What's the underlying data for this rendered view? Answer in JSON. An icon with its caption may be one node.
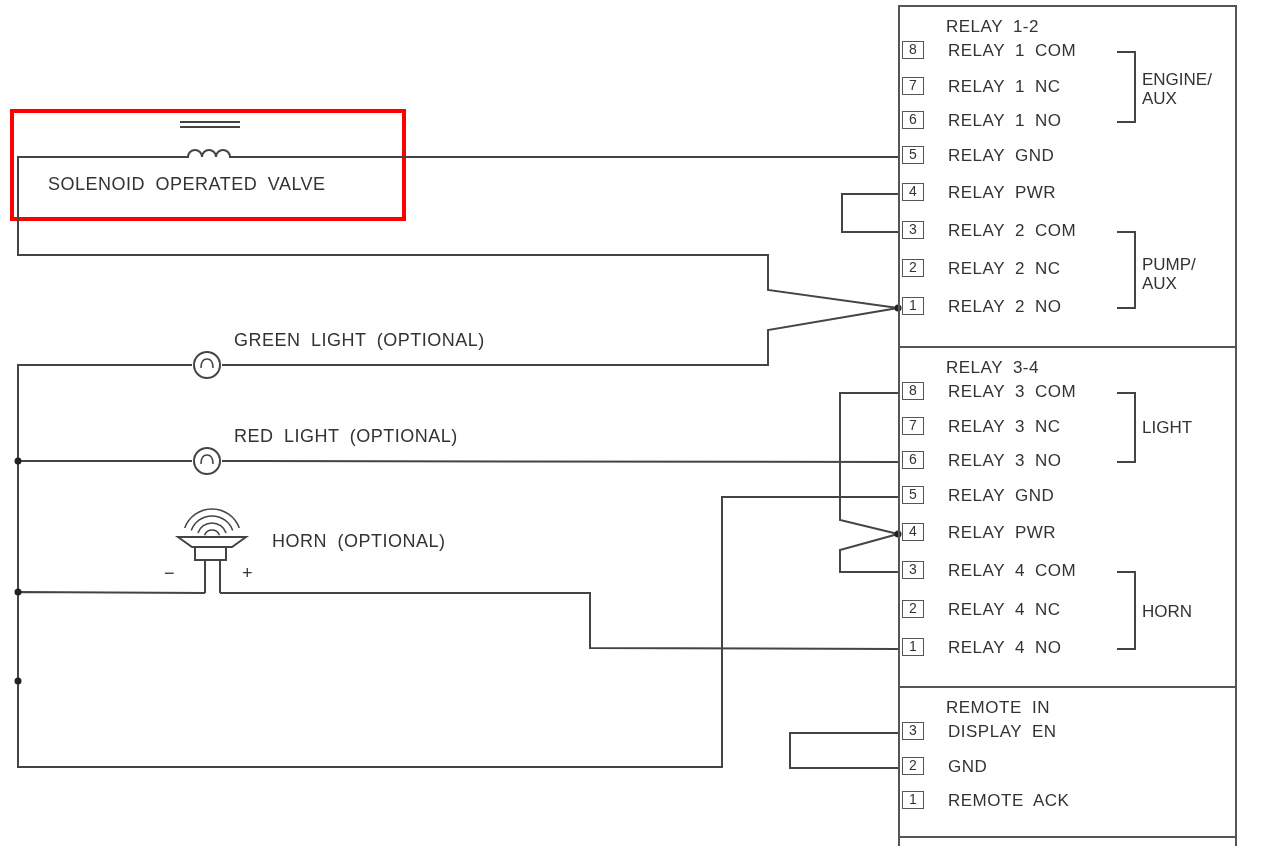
{
  "diagram": {
    "nodes": [
      {
        "text": [],
        "shape": "coil",
        "beside": [
          "SOLENOID OPERATED VALVE"
        ]
      },
      {
        "text": [],
        "shape": "circle",
        "beside": [
          "GREEN LIGHT (OPTIONAL)"
        ]
      },
      {
        "text": [],
        "shape": "circle",
        "beside": [
          "RED LIGHT (OPTIONAL)"
        ]
      },
      {
        "text": [],
        "shape": "speaker",
        "beside": [
          "HORN (OPTIONAL)"
        ]
      },
      {
        "text": [
          "RELAY 1-2"
        ]
      },
      {
        "text": [
          "8",
          "RELAY 1 COM"
        ],
        "in": 4
      },
      {
        "text": [
          "7",
          "RELAY 1 NC"
        ],
        "in": 4
      },
      {
        "text": [
          "6",
          "RELAY 1 NO"
        ],
        "in": 4
      },
      {
        "text": [
          "5",
          "RELAY GND"
        ],
        "in": 4
      },
      {
        "text": [
          "4",
          "RELAY PWR"
        ],
        "in": 4
      },
      {
        "text": [
          "3",
          "RELAY 2 COM"
        ],
        "in": 4
      },
      {
        "text": [
          "2",
          "RELAY 2 NC"
        ],
        "in": 4
      },
      {
        "text": [
          "1",
          "RELAY 2 NO"
        ],
        "in": 4
      },
      {
        "text": [
          "RELAY 3-4"
        ]
      },
      {
        "text": [
          "8",
          "RELAY 3 COM"
        ],
        "in": 13
      },
      {
        "text": [
          "7",
          "RELAY 3 NC"
        ],
        "in": 13
      },
      {
        "text": [
          "6",
          "RELAY 3 NO"
        ],
        "in": 13
      },
      {
        "text": [
          "5",
          "RELAY GND"
        ],
        "in": 13
      },
      {
        "text": [
          "4",
          "RELAY PWR"
        ],
        "in": 13
      },
      {
        "text": [
          "3",
          "RELAY 4 COM"
        ],
        "in": 13
      },
      {
        "text": [
          "2",
          "RELAY 4 NC"
        ],
        "in": 13
      },
      {
        "text": [
          "1",
          "RELAY 4 NO"
        ],
        "in": 13
      },
      {
        "text": [
          "REMOTE IN"
        ]
      },
      {
        "text": [
          "3",
          "DISPLAY EN"
        ],
        "in": 22
      },
      {
        "text": [
          "2",
          "GND"
        ],
        "in": 22
      },
      {
        "text": [
          "1",
          "REMOTE ACK"
        ],
        "in": 22
      }
    ],
    "edges": [
      {
        "from": 0,
        "to": 8,
        "arrow": "none"
      },
      {
        "from": 0,
        "to": 12,
        "arrow": "none"
      },
      {
        "from": 9,
        "to": 10,
        "arrow": "none"
      },
      {
        "from": 1,
        "to": 12,
        "arrow": "none"
      },
      {
        "from": 1,
        "to": 17,
        "arrow": "none"
      },
      {
        "from": 2,
        "to": 16,
        "arrow": "none"
      },
      {
        "from": 2,
        "to": 17,
        "arrow": "none"
      },
      {
        "from": 3,
        "to": 17,
        "arrow": "none"
      },
      {
        "from": 3,
        "to": 21,
        "arrow": "none"
      },
      {
        "from": 14,
        "to": 18,
        "arrow": "none"
      },
      {
        "from": 19,
        "to": 18,
        "arrow": "none"
      },
      {
        "from": 23,
        "to": 24,
        "arrow": "none"
      }
    ],
    "labels": [
      "ENGINE/ AUX",
      "PUMP/ AUX",
      "LIGHT",
      "HORN",
      "−",
      "+"
    ]
  }
}
